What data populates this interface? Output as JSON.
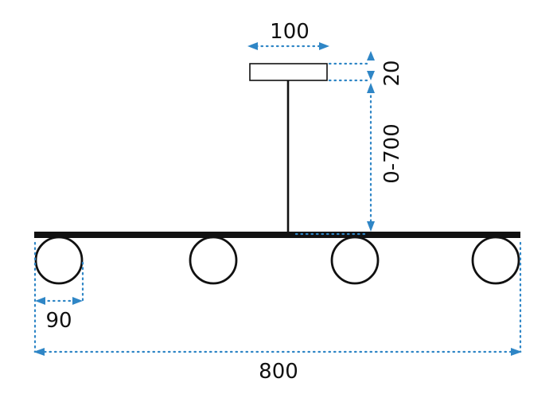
{
  "dimensions": {
    "canopy_width": "100",
    "canopy_height": "20",
    "suspension_length": "0-700",
    "shade_diameter": "90",
    "total_length": "800"
  },
  "colors": {
    "line": "#111111",
    "dimension": "#2f86c6",
    "background": "#ffffff"
  }
}
